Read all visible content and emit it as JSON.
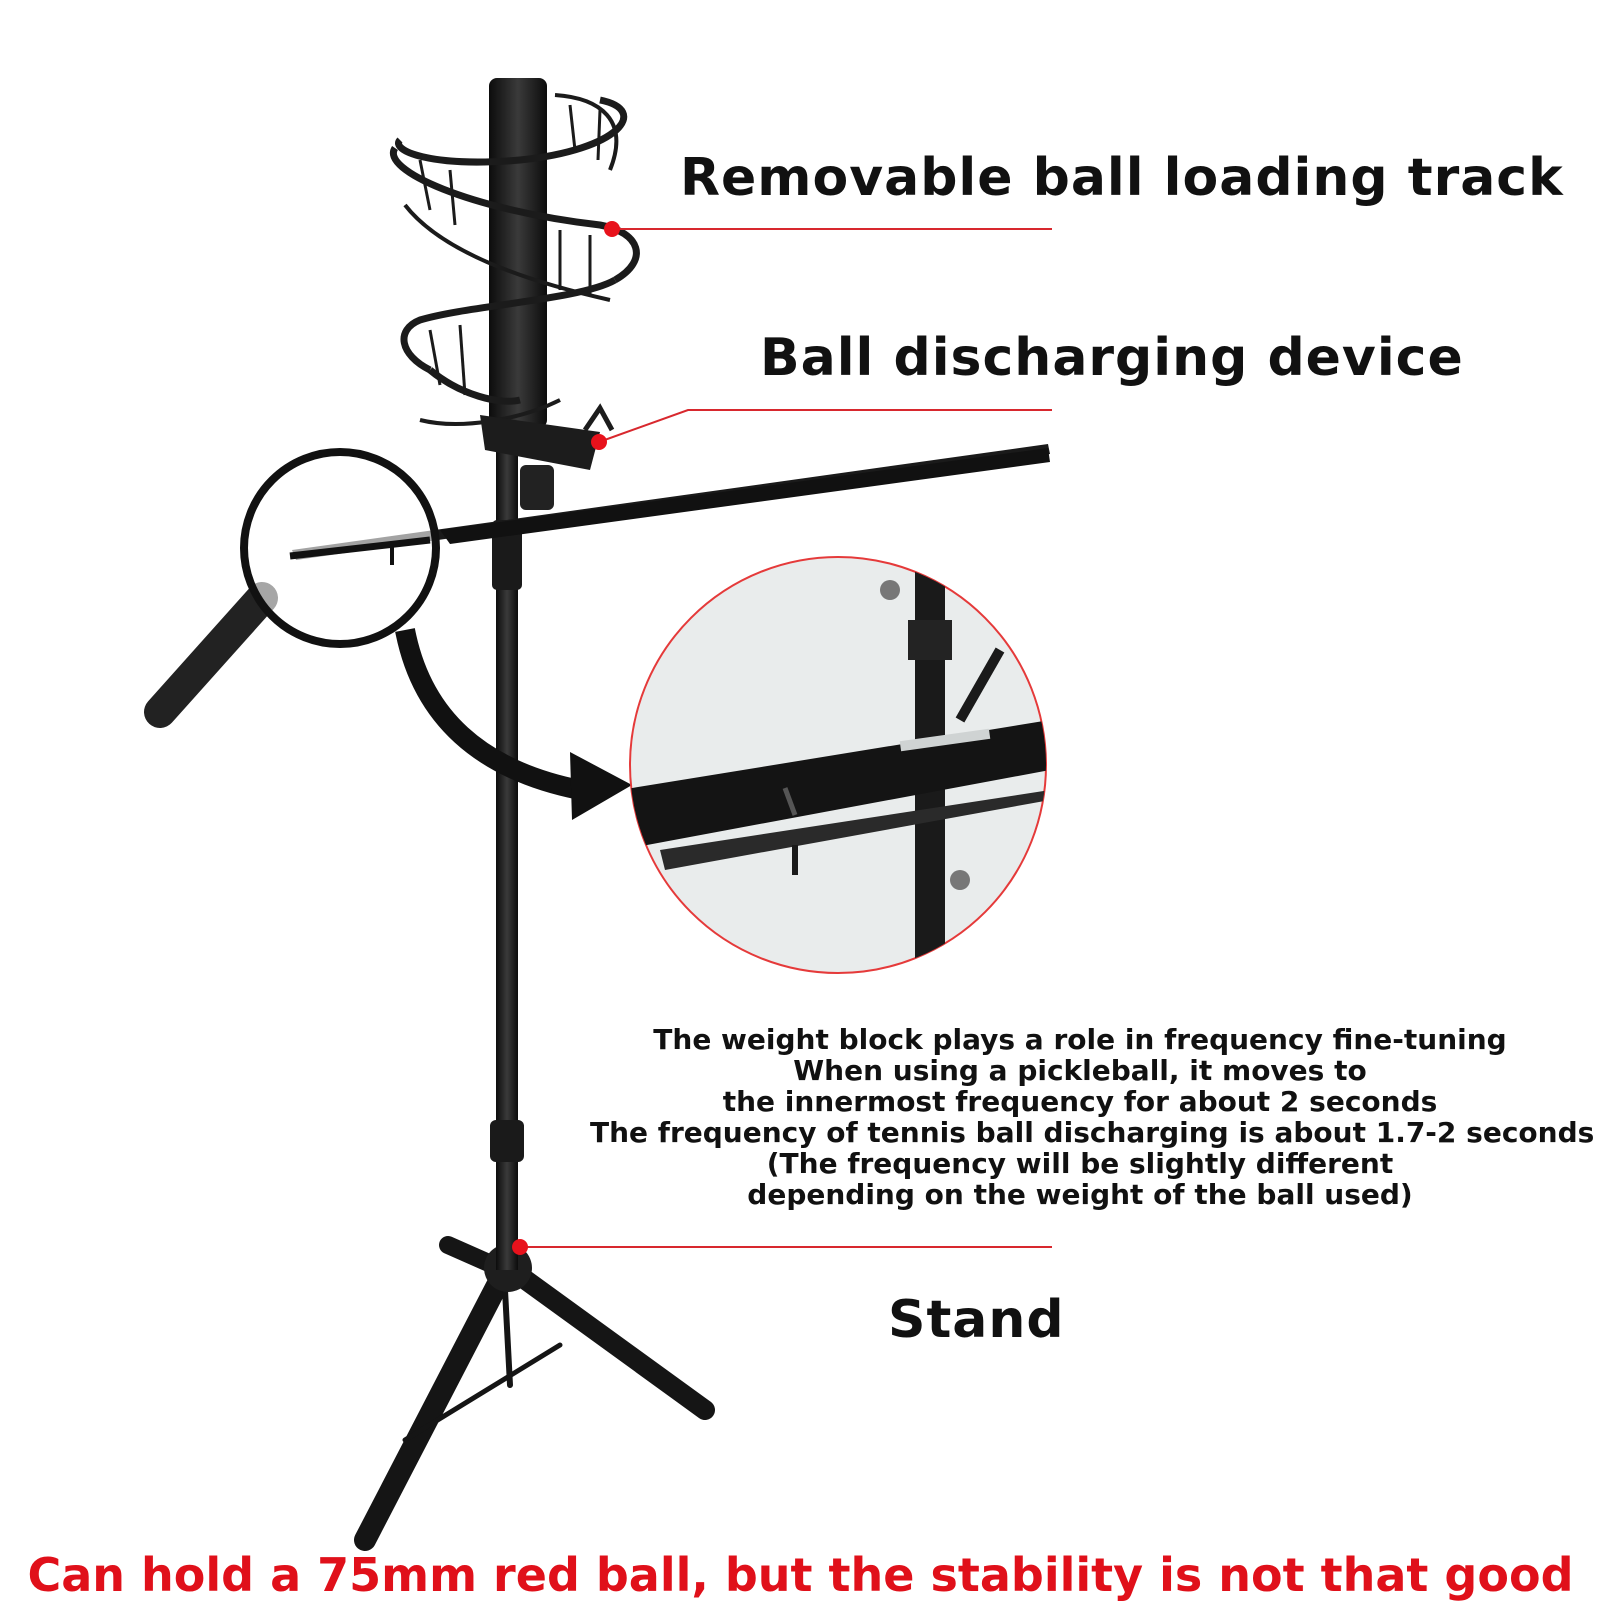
{
  "labels": {
    "track": "Removable ball loading track",
    "discharge": "Ball discharging device",
    "stand": "Stand"
  },
  "note": {
    "lines": [
      "The weight block plays a role in frequency fine-tuning",
      "When using a pickleball, it moves to",
      "the innermost frequency for about 2 seconds",
      "The frequency of tennis ball discharging is about 1.7-2 seconds",
      "(The frequency will be slightly different",
      "depending on the weight of the ball used)"
    ]
  },
  "footer": "Can hold a 75mm red ball, but the stability is not that good",
  "colors": {
    "callout_dot": "#e8121c",
    "callout_line": "#d8282e",
    "device": "#1a1a1a",
    "footer_text": "#e0101a",
    "detail_border": "#e53a3a"
  },
  "icons": [
    "magnifier-icon",
    "curved-arrow-icon"
  ]
}
